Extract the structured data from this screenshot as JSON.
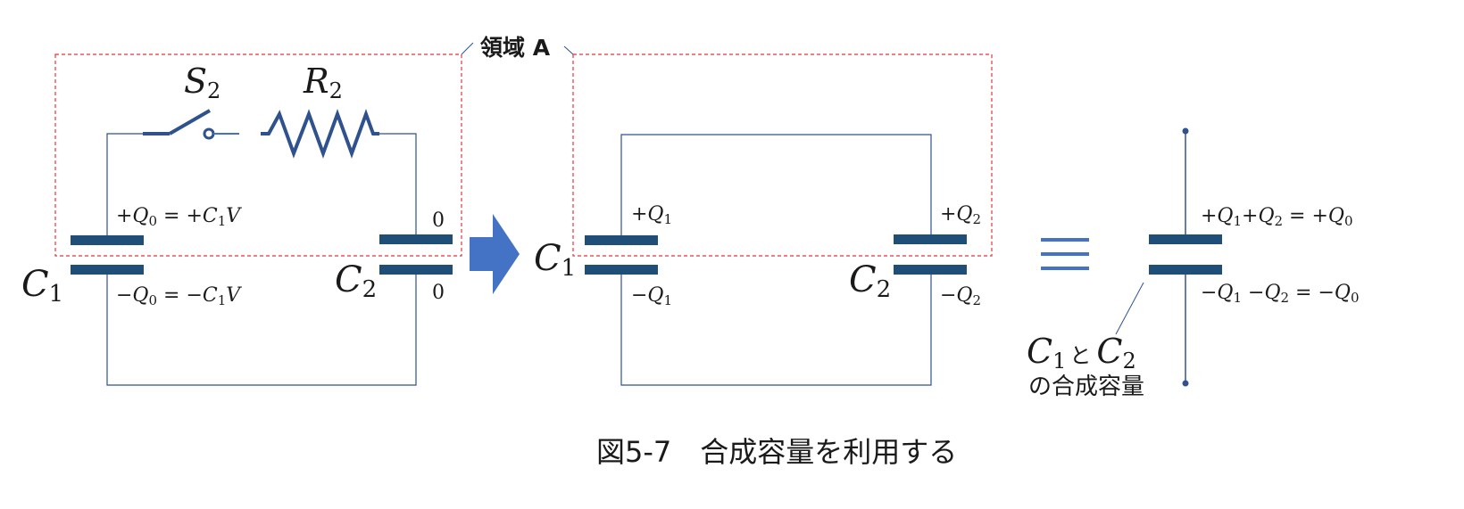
{
  "region_label": "領域 A",
  "caption": "図5-7　合成容量を利用する",
  "colors": {
    "wire": "#2f528f",
    "plate": "#1f4e79",
    "region_border": "#e8323c",
    "arrow": "#4472c4",
    "text": "#1a1a1a"
  },
  "left_circuit": {
    "switch_label": {
      "main": "S",
      "sub": "2"
    },
    "resistor_label": {
      "main": "R",
      "sub": "2"
    },
    "c1_label": {
      "main": "C",
      "sub": "1"
    },
    "c2_label": {
      "main": "C",
      "sub": "2"
    },
    "c1_top_charge": {
      "p1": "+Q",
      "s1": "0",
      "p2": " = +C",
      "s2": "1",
      "p3": "V"
    },
    "c1_bottom_charge": {
      "p1": "−Q",
      "s1": "0",
      "p2": " = −C",
      "s2": "1",
      "p3": "V"
    },
    "c2_top_charge": "0",
    "c2_bottom_charge": "0"
  },
  "middle_circuit": {
    "c1_label": {
      "main": "C",
      "sub": "1"
    },
    "c2_label": {
      "main": "C",
      "sub": "2"
    },
    "c1_top_charge": {
      "main": "+Q",
      "sub": "1"
    },
    "c1_bottom_charge": {
      "main": "−Q",
      "sub": "1"
    },
    "c2_top_charge": {
      "main": "+Q",
      "sub": "2"
    },
    "c2_bottom_charge": {
      "main": "−Q",
      "sub": "2"
    }
  },
  "equivalence_symbol": "≡",
  "right_circuit": {
    "top_charge": {
      "p1": "+Q",
      "s1": "1",
      "p2": "+Q",
      "s2": "2",
      "p3": " = +Q",
      "s3": "0"
    },
    "bottom_charge": {
      "p1": "−Q",
      "s1": "1",
      "p2": " −Q",
      "s2": "2",
      "p3": " = −Q",
      "s3": "0"
    },
    "combined_label": {
      "c1": "C",
      "s1": "1",
      "to": "と",
      "c2": "C",
      "s2": "2",
      "line2": "の合成容量"
    }
  }
}
